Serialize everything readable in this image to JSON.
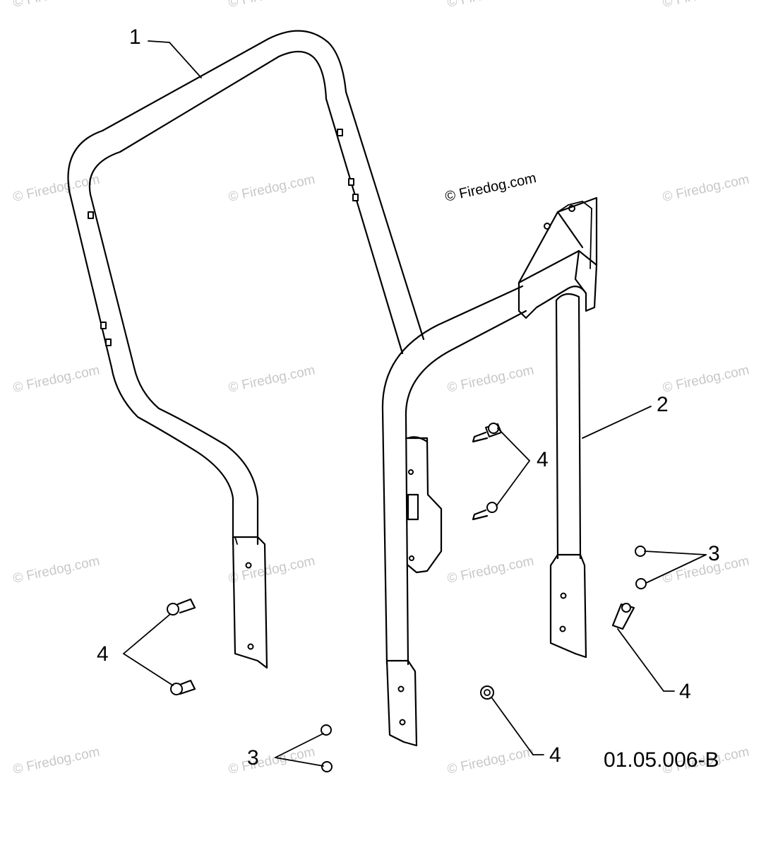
{
  "copyright": "© Firedog.com",
  "watermark": "© Firedog.com",
  "diagram_code": "01.05.006-B",
  "callouts": {
    "c1": "1",
    "c2": "2",
    "c3a": "3",
    "c3b": "3",
    "c4a": "4",
    "c4b": "4",
    "c4c": "4",
    "c4d": "4"
  }
}
